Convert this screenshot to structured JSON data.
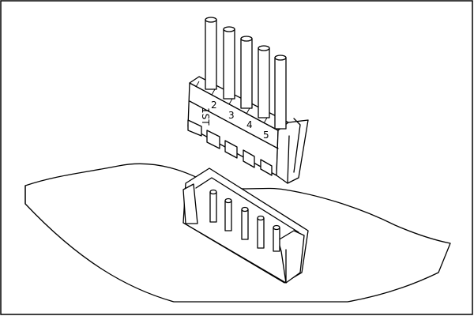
{
  "diagram": {
    "pin_numbers": [
      "1ST",
      "2",
      "3",
      "4",
      "5"
    ],
    "colors": {
      "line": "#000000",
      "background": "#ffffff",
      "frame": "#000000"
    },
    "parts": [
      "wires",
      "plug-housing",
      "pcb-board",
      "pin-header"
    ]
  }
}
